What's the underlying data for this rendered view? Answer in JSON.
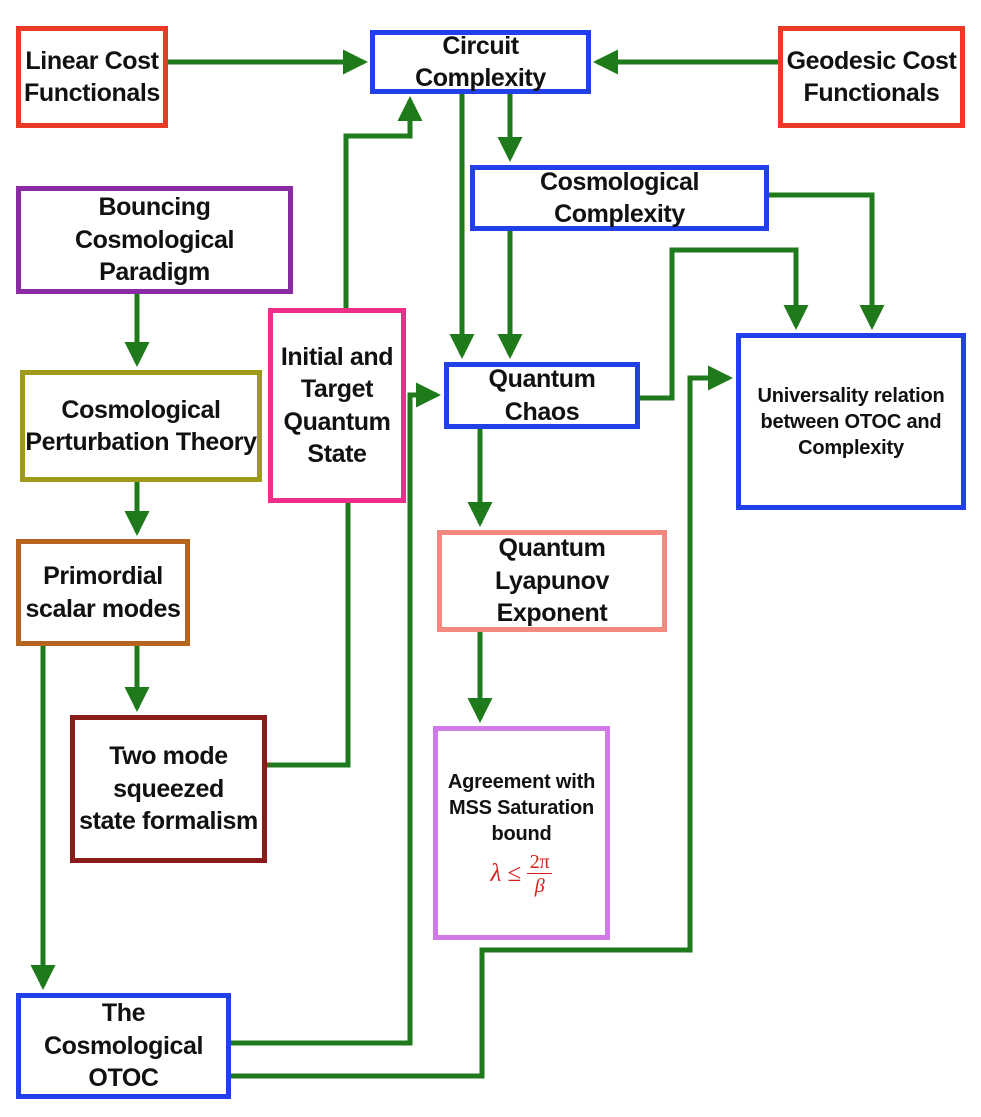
{
  "colors": {
    "arrow": "#1f7a1c",
    "red": "#ea3a26",
    "blue": "#2240e8",
    "purple": "#8a2aa4",
    "olive": "#a09a1a",
    "brown": "#b5651d",
    "darkred": "#8b1a1a",
    "pink": "#ee2e8a",
    "salmon": "#f48a7e",
    "violet": "#d07ae8",
    "formula": "#d81e1e"
  },
  "nodes": {
    "linear_cost": "Linear Cost\nFunctionals",
    "circuit_complexity": "Circuit Complexity",
    "geodesic_cost": "Geodesic Cost\nFunctionals",
    "cosmological_complexity": "Cosmological Complexity",
    "bouncing": "Bouncing Cosmological\nParadigm",
    "perturbation": "Cosmological\nPerturbation Theory",
    "primordial": "Primordial\nscalar modes",
    "two_mode": "Two mode\nsqueezed\nstate formalism",
    "initial_target": "Initial and\nTarget\nQuantum\nState",
    "quantum_chaos": "Quantum Chaos",
    "universality": "Universality relation\nbetween OTOC and\nComplexity",
    "lyapunov": "Quantum Lyapunov\nExponent",
    "agreement": "Agreement with\nMSS Saturation\nbound",
    "otoc": "The Cosmological\nOTOC"
  },
  "formula": {
    "lhs": "λ ≤",
    "numerator": "2π",
    "denominator": "β"
  }
}
